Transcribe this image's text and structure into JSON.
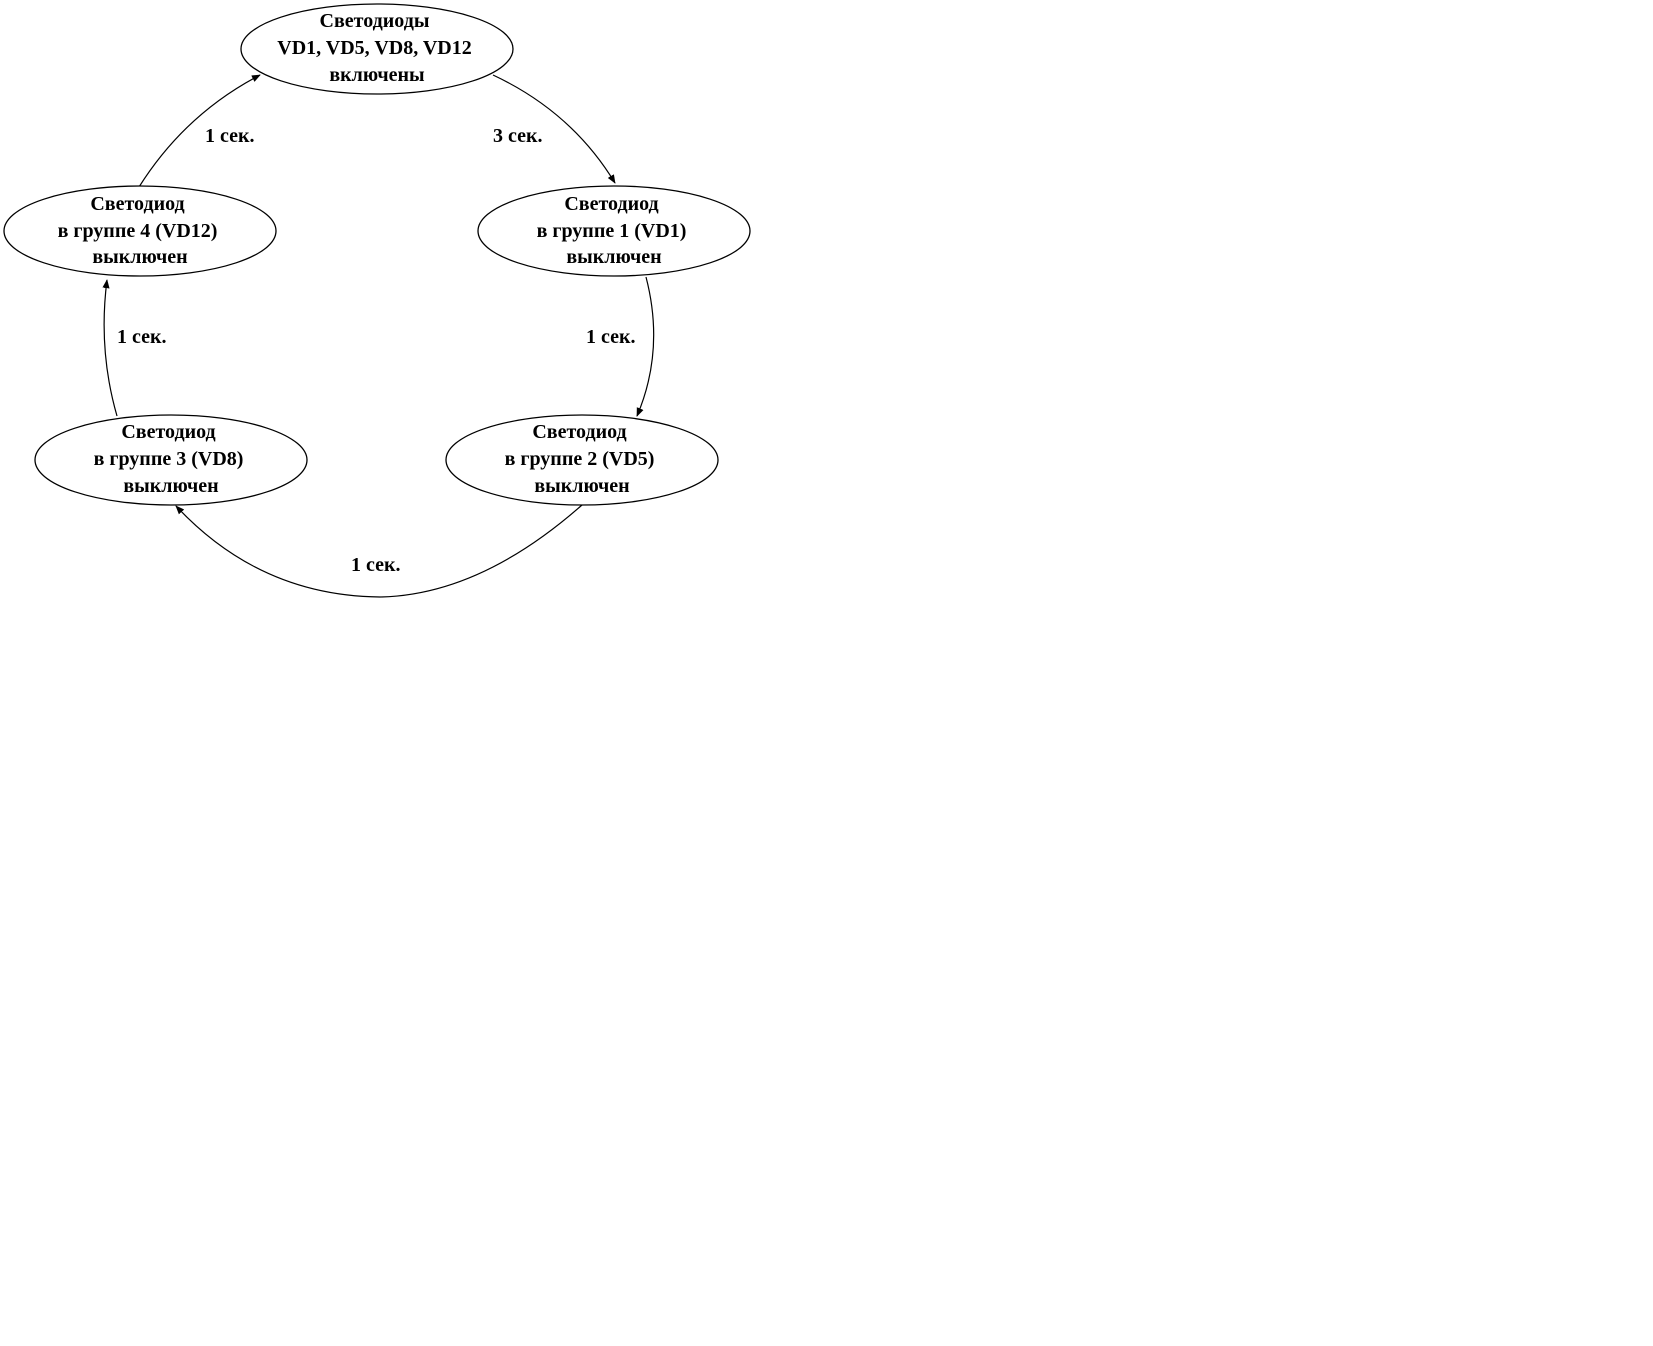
{
  "diagram": {
    "nodes": [
      {
        "id": "all-on",
        "lines": [
          "Светодиоды",
          "VD1, VD5, VD8, VD12",
          "включены"
        ]
      },
      {
        "id": "group-1-off",
        "lines": [
          "Светодиод",
          "в группе 1 (VD1)",
          "выключен"
        ]
      },
      {
        "id": "group-2-off",
        "lines": [
          "Светодиод",
          "в группе 2 (VD5)",
          "выключен"
        ]
      },
      {
        "id": "group-3-off",
        "lines": [
          "Светодиод",
          "в группе 3 (VD8)",
          "выключен"
        ]
      },
      {
        "id": "group-4-off",
        "lines": [
          "Светодиод",
          "в группе 4 (VD12)",
          "выключен"
        ]
      }
    ],
    "edges": [
      {
        "from": "all-on",
        "to": "group-1-off",
        "label": "3 сек."
      },
      {
        "from": "group-1-off",
        "to": "group-2-off",
        "label": "1 сек."
      },
      {
        "from": "group-2-off",
        "to": "group-3-off",
        "label": "1 сек."
      },
      {
        "from": "group-3-off",
        "to": "group-4-off",
        "label": "1 сек."
      },
      {
        "from": "group-4-off",
        "to": "all-on",
        "label": "1 сек."
      }
    ]
  }
}
